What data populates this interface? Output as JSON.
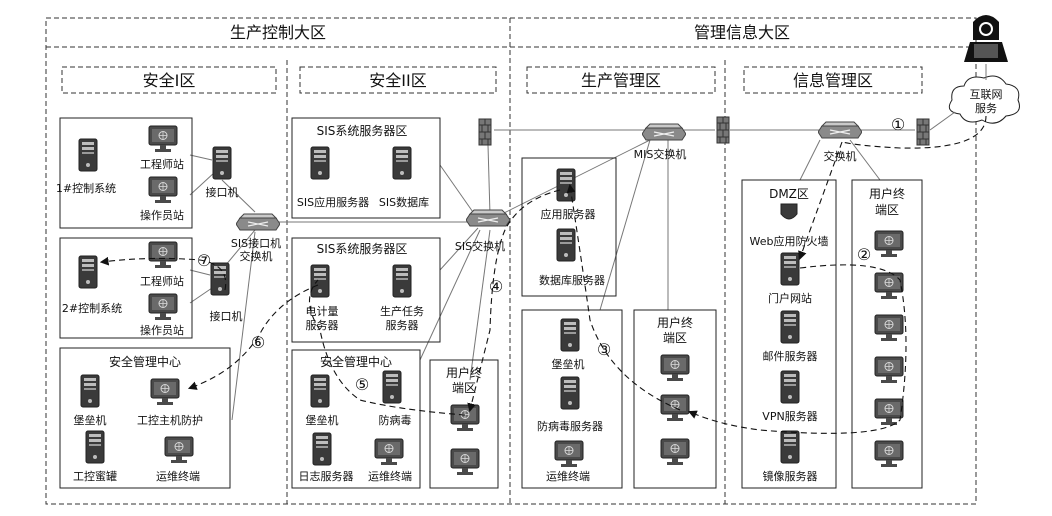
{
  "zones": {
    "production": "生产控制大区",
    "management": "管理信息大区",
    "safety1": "安全I区",
    "safety2": "安全II区",
    "production_mgmt": "生产管理区",
    "info_mgmt": "信息管理区"
  },
  "zone1": {
    "sys1": "1#控制系统",
    "eng_station": "工程师站",
    "op_station": "操作员站",
    "interface": "接口机",
    "sis_interface_switch_l1": "SIS接口机",
    "sis_interface_switch_l2": "交换机",
    "sys2": "2#控制系统",
    "eng_station2": "工程师站",
    "op_station2": "操作员站",
    "interface2": "接口机",
    "security_center": "安全管理中心",
    "bastion": "堡垒机",
    "ics_host_protect": "工控主机防护",
    "honeypot": "工控蜜罐",
    "ops_terminal": "运维终端"
  },
  "zone2": {
    "sis_server_area1": "SIS系统服务器区",
    "sis_app_server": "SIS应用服务器",
    "sis_db": "SIS数据库",
    "sis_server_area2": "SIS系统服务器区",
    "meter_server_l1": "电计量",
    "meter_server_l2": "服务器",
    "task_server_l1": "生产任务",
    "task_server_l2": "服务器",
    "security_center": "安全管理中心",
    "bastion": "堡垒机",
    "antivirus": "防病毒",
    "log_server": "日志服务器",
    "ops_terminal": "运维终端",
    "user_term_l1": "用户终",
    "user_term_l2": "端区",
    "sis_switch": "SIS交换机"
  },
  "prod_mgmt": {
    "mis_switch": "MIS交换机",
    "app_server": "应用服务器",
    "db_server": "数据库服务器",
    "bastion": "堡垒机",
    "antivirus_server": "防病毒服务器",
    "ops_terminal": "运维终端",
    "user_term_l1": "用户终",
    "user_term_l2": "端区"
  },
  "info_mgmt": {
    "switch": "交换机",
    "dmz": "DMZ区",
    "waf": "Web应用防火墙",
    "portal": "门户网站",
    "mail_server": "邮件服务器",
    "vpn_server": "VPN服务器",
    "mirror_server": "镜像服务器",
    "user_term_l1": "用户终",
    "user_term_l2": "端区"
  },
  "internet_l1": "互联网",
  "internet_l2": "服务",
  "markers": [
    "①",
    "②",
    "③",
    "④",
    "⑤",
    "⑥",
    "⑦"
  ],
  "colors": {
    "line": "#777777",
    "box": "#222222",
    "server_dark": "#3a3a3a",
    "server_light": "#bdbdbd",
    "monitor": "#4a4a4a"
  }
}
